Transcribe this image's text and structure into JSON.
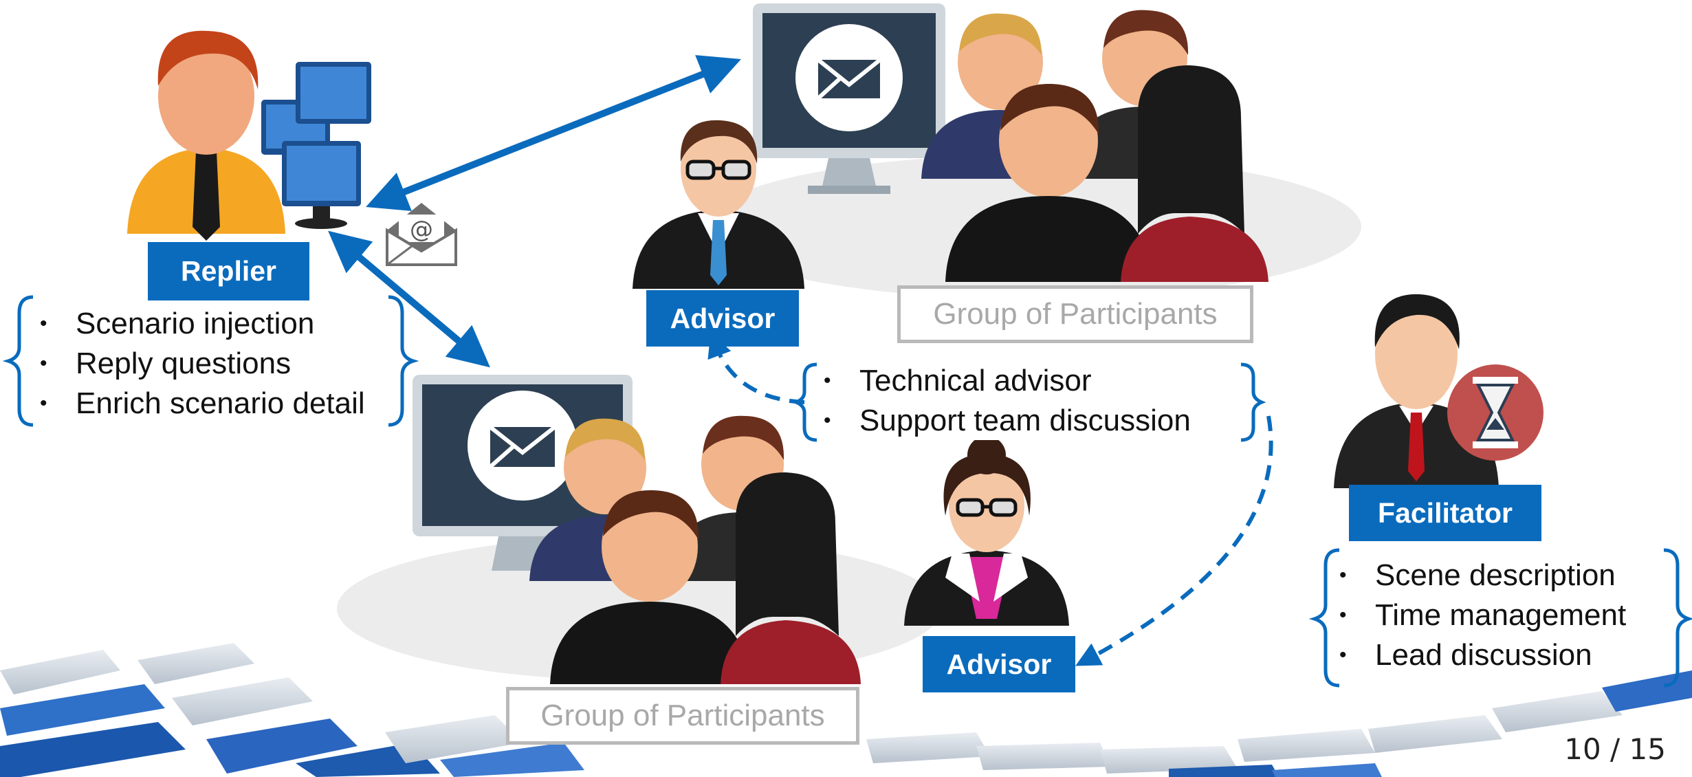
{
  "roles": {
    "replier": {
      "label": "Replier",
      "bullets": [
        "Scenario injection",
        "Reply questions",
        "Enrich scenario detail"
      ]
    },
    "advisor_top": {
      "label": "Advisor"
    },
    "advisor_bottom": {
      "label": "Advisor"
    },
    "advisor_notes": {
      "bullets": [
        "Technical advisor",
        "Support team discussion"
      ]
    },
    "facilitator": {
      "label": "Facilitator",
      "bullets": [
        "Scene description",
        "Time management",
        "Lead discussion"
      ]
    }
  },
  "groups": {
    "top": {
      "label": "Group of Participants"
    },
    "bottom": {
      "label": "Group of Participants"
    }
  },
  "footer": {
    "page_number": "10 / 15"
  },
  "colors": {
    "accent_blue": "#0a6bbd",
    "label_gray": "#b9b9b9",
    "dark_monitor": "#2d3f52"
  }
}
